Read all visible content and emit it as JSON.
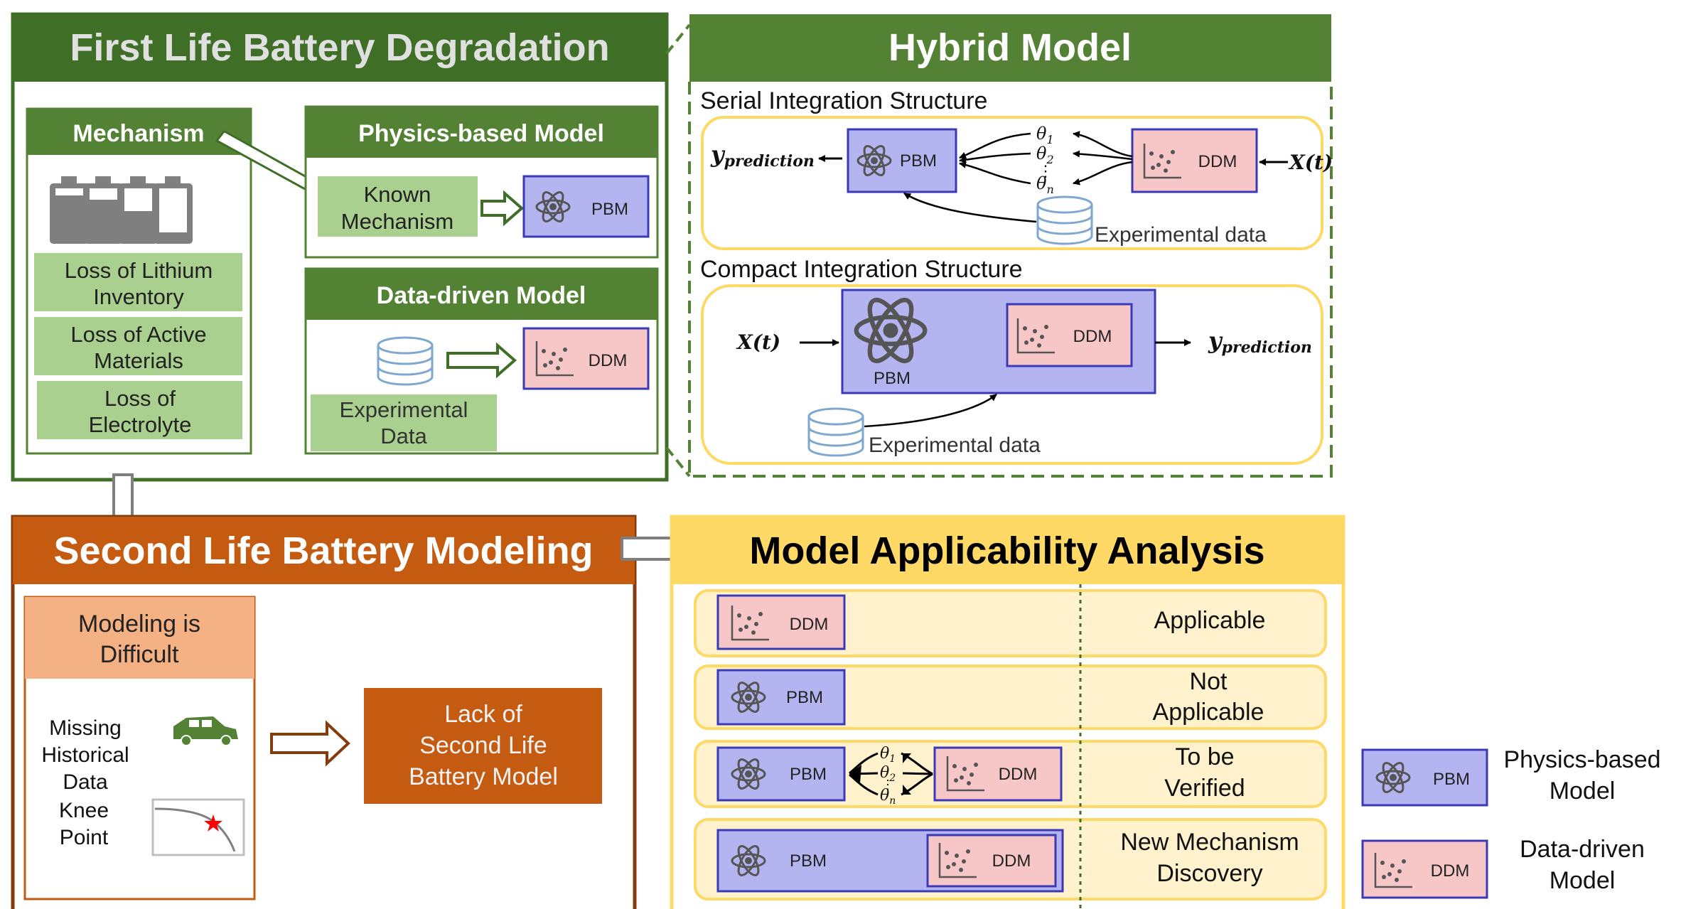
{
  "colors": {
    "green_dark": "#3f6e27",
    "green_mid": "#548235",
    "green_light": "#a9d08e",
    "orange": "#c55a11",
    "orange_light": "#f4b183",
    "yellow": "#ffd966",
    "yellow_light": "#fff2cc",
    "pbm_fill": "#b4b4f0",
    "pbm_stroke": "#3a3ab8",
    "ddm_fill": "#f7c6c6",
    "ddm_stroke": "#3a3ab8",
    "db_stroke": "#7fa7cf"
  },
  "first_life": {
    "title": "First Life Battery Degradation",
    "mechanism": {
      "title": "Mechanism",
      "items": [
        "Loss of Lithium",
        "Inventory",
        "Loss of Active",
        "Materials",
        "Loss of",
        "Electrolyte"
      ]
    },
    "physics": {
      "title": "Physics-based Model",
      "known_line1": "Known",
      "known_line2": "Mechanism",
      "pbm_label": "PBM"
    },
    "datadriven": {
      "title": "Data-driven Model",
      "exp_line1": "Experimental",
      "exp_line2": "Data",
      "ddm_label": "DDM"
    }
  },
  "hybrid": {
    "title": "Hybrid Model",
    "serial_title": "Serial Integration Structure",
    "compact_title": "Compact Integration Structure",
    "pbm_label": "PBM",
    "ddm_label": "DDM",
    "y_pred_main": "y",
    "y_pred_sub": "prediction",
    "x_t": "X(t)",
    "exp_data": "Experimental data",
    "theta": "θ",
    "theta_sub1": "1",
    "theta_sub2": "2",
    "theta_subn": "n",
    "dots": "⋮"
  },
  "second_life": {
    "title": "Second Life Battery Modeling",
    "difficult_line1": "Modeling is",
    "difficult_line2": "Difficult",
    "missing": [
      "Missing",
      "Historical",
      "Data"
    ],
    "knee": [
      "Knee",
      "Point"
    ],
    "lack": [
      "Lack of",
      "Second Life",
      "Battery Model"
    ]
  },
  "applicability": {
    "title": "Model Applicability Analysis",
    "rows": [
      {
        "status1": "Applicable",
        "status2": ""
      },
      {
        "status1": "Not",
        "status2": "Applicable"
      },
      {
        "status1": "To be",
        "status2": "Verified"
      },
      {
        "status1": "New Mechanism",
        "status2": "Discovery"
      }
    ],
    "pbm_label": "PBM",
    "ddm_label": "DDM"
  },
  "legend": {
    "pbm_label": "PBM",
    "ddm_label": "DDM",
    "physics_line1": "Physics-based",
    "physics_line2": "Model",
    "data_line1": "Data-driven",
    "data_line2": "Model"
  }
}
